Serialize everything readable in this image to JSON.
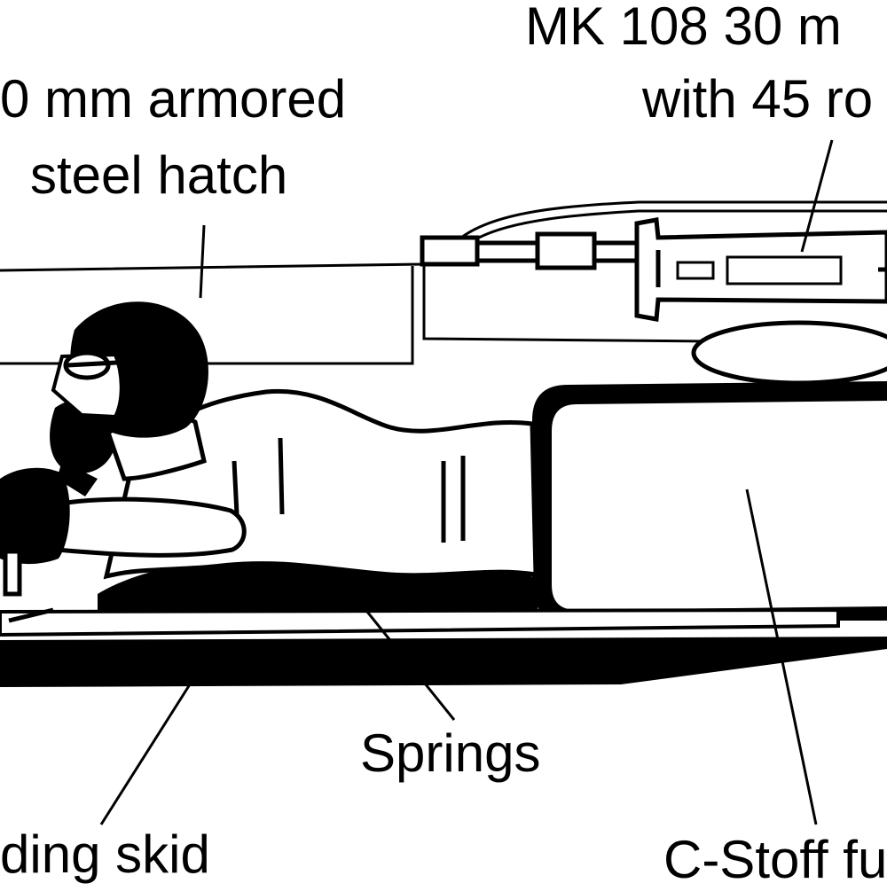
{
  "labels": {
    "cannon_line1": "MK 108 30 m",
    "cannon_line2": "with 45 ro",
    "hatch_line1": "0 mm armored",
    "hatch_line2": "steel hatch",
    "springs": "Springs",
    "skid": "ding skid",
    "fuel": "C-Stoff fu"
  }
}
